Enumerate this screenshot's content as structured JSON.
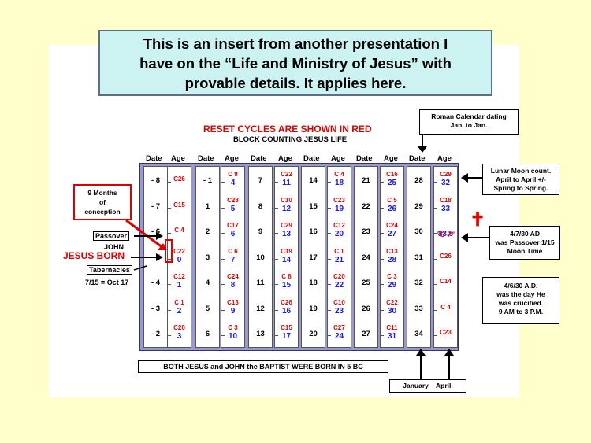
{
  "banner": {
    "lines": [
      "This is an insert from another presentation I",
      "have on the “Life and Ministry of Jesus” with",
      "provable details.  It applies here."
    ]
  },
  "diagram_title": "RESET CYCLES ARE SHOWN IN RED",
  "diagram_subtitle": "BLOCK COUNTING JESUS LIFE",
  "callouts": {
    "roman": [
      "Roman Calendar dating",
      "Jan. to Jan."
    ],
    "lunar": [
      "Lunar Moon count.",
      "April to April +/-",
      "Spring to Spring."
    ],
    "passover": [
      "4/7/30 AD",
      "was Passover 1/15",
      "Moon Time"
    ],
    "crucified": [
      "4/6/30 A.D.",
      "was the day He",
      "was crucified.",
      "9 AM to 3 P.M."
    ],
    "months": [
      "9 Months",
      "of",
      "conception"
    ],
    "january_april": "January    April."
  },
  "left_labels": {
    "passover": "Passover",
    "john": "JOHN",
    "jesus_born": "JESUS BORN",
    "tabernacles": "Tabernacles",
    "date_note": "7/15 = Oct 17"
  },
  "bottom_note": "BOTH JESUS and JOHN the BAPTIST WERE BORN IN 5 BC",
  "headers": {
    "date": "Date",
    "age": "Age"
  },
  "columns": [
    {
      "dates": [
        "- 8",
        "- 7",
        "- 6",
        "- 5",
        "- 4",
        "- 3",
        "- 2"
      ],
      "cycles": [
        "C26",
        "C15",
        "C 4",
        "C22",
        "C12",
        "C 1",
        "C20"
      ],
      "ages": [
        "",
        "",
        "",
        "0",
        "1",
        "2",
        "3"
      ]
    },
    {
      "dates": [
        "- 1",
        "1",
        "2",
        "3",
        "4",
        "5",
        "6"
      ],
      "cycles": [
        "C 9",
        "C28",
        "C17",
        "C 6",
        "C24",
        "C13",
        "C 3"
      ],
      "ages": [
        "4",
        "5",
        "6",
        "7",
        "8",
        "9",
        "10"
      ]
    },
    {
      "dates": [
        "7",
        "8",
        "9",
        "10",
        "11",
        "12",
        "13"
      ],
      "cycles": [
        "C22",
        "C10",
        "C29",
        "C19",
        "C 8",
        "C26",
        "C15"
      ],
      "ages": [
        "11",
        "12",
        "13",
        "14",
        "15",
        "16",
        "17"
      ]
    },
    {
      "dates": [
        "14",
        "15",
        "16",
        "17",
        "18",
        "19",
        "20"
      ],
      "cycles": [
        "C 4",
        "C23",
        "C12",
        "C 1",
        "C20",
        "C10",
        "C27"
      ],
      "ages": [
        "18",
        "19",
        "20",
        "21",
        "22",
        "23",
        "24"
      ]
    },
    {
      "dates": [
        "21",
        "22",
        "23",
        "24",
        "25",
        "26",
        "27"
      ],
      "cycles": [
        "C16",
        "C 5",
        "C24",
        "C13",
        "C 3",
        "C22",
        "C11"
      ],
      "ages": [
        "25",
        "26",
        "27",
        "28",
        "29",
        "30",
        "31"
      ]
    },
    {
      "dates": [
        "28",
        "29",
        "30",
        "31",
        "32",
        "33",
        "34"
      ],
      "cycles": [
        "C29",
        "C18",
        "",
        "C26",
        "C14",
        "C 4",
        "C23"
      ],
      "ages": [
        "32",
        "33",
        "33.5",
        "",
        "",
        "",
        ""
      ]
    }
  ],
  "special_ct": "\"C 7\"",
  "cross_symbol": "✝",
  "colors": {
    "background": "#ffffcc",
    "banner": "#ccf2f2",
    "grid": "#9999cc",
    "red": "#e00000",
    "blue": "#1a1ae6"
  }
}
